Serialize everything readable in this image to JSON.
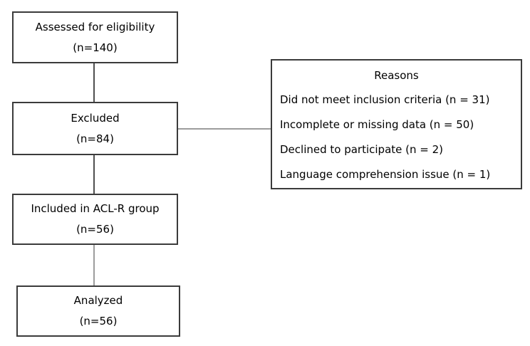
{
  "colors": {
    "background": "#ffffff",
    "box_border": "#3b3b3b",
    "text": "#000000",
    "connector_dark": "#4f4f4f",
    "connector_light": "#9c9c9c"
  },
  "flowchart": {
    "boxes": [
      {
        "id": "assessed",
        "line1": "Assessed for eligibility",
        "line2": "(n=140)"
      },
      {
        "id": "excluded",
        "line1": "Excluded",
        "line2": "(n=84)"
      },
      {
        "id": "included",
        "line1": "Included in ACL-R group",
        "line2": "(n=56)"
      },
      {
        "id": "analyzed",
        "line1": "Analyzed",
        "line2": "(n=56)"
      }
    ],
    "reasons": {
      "title": "Reasons",
      "items": [
        "Did not meet inclusion criteria (n = 31)",
        "Incomplete or missing data (n = 50)",
        "Declined to participate (n = 2)",
        "Language comprehension issue (n = 1)"
      ]
    }
  }
}
